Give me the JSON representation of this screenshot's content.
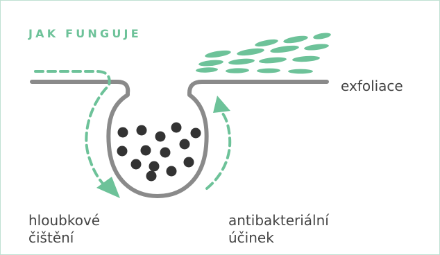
{
  "heading": "JAK FUNGUJE",
  "labels": {
    "exfoliation": "exfoliace",
    "deep_cleansing": [
      "hloubkové",
      "čištění"
    ],
    "antibacterial": [
      "antibakteriální",
      "účinek"
    ]
  },
  "colors": {
    "accent": "#6dc299",
    "skin_line": "#8a8a8a",
    "particles": "#333333",
    "text": "#444444",
    "border": "#bfe0d2"
  }
}
